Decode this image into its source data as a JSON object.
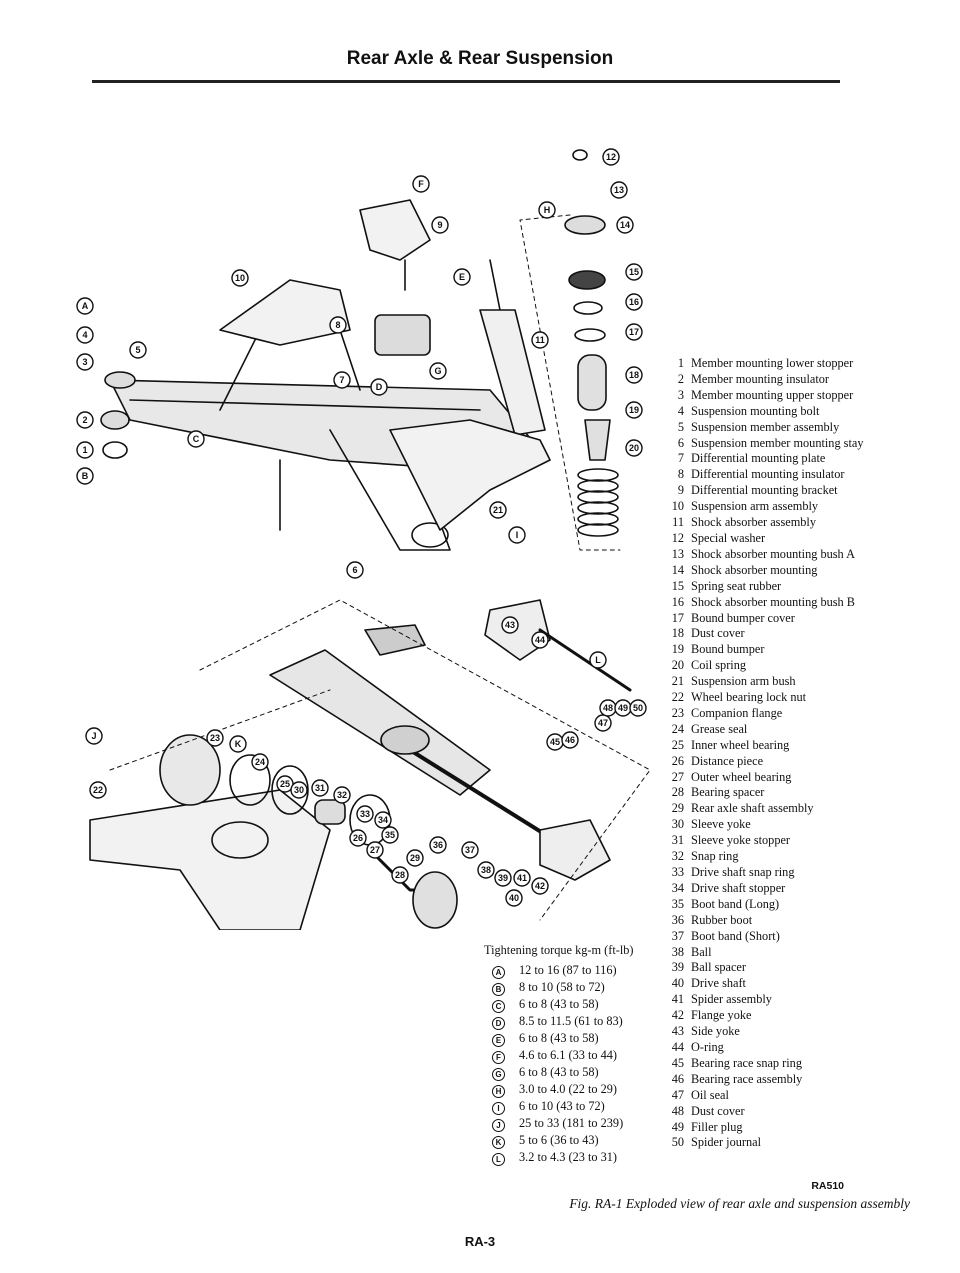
{
  "header": {
    "title": "Rear Axle & Rear Suspension"
  },
  "parts_list": [
    {
      "num": "1",
      "name": "Member mounting lower stopper"
    },
    {
      "num": "2",
      "name": "Member mounting insulator"
    },
    {
      "num": "3",
      "name": "Member mounting upper stopper"
    },
    {
      "num": "4",
      "name": "Suspension mounting bolt"
    },
    {
      "num": "5",
      "name": "Suspension member assembly"
    },
    {
      "num": "6",
      "name": "Suspension member mounting stay"
    },
    {
      "num": "7",
      "name": "Differential mounting plate"
    },
    {
      "num": "8",
      "name": "Differential mounting insulator"
    },
    {
      "num": "9",
      "name": "Differential mounting bracket"
    },
    {
      "num": "10",
      "name": "Suspension arm assembly"
    },
    {
      "num": "11",
      "name": "Shock absorber assembly"
    },
    {
      "num": "12",
      "name": "Special washer"
    },
    {
      "num": "13",
      "name": "Shock absorber mounting bush A"
    },
    {
      "num": "14",
      "name": "Shock absorber mounting"
    },
    {
      "num": "15",
      "name": "Spring seat rubber"
    },
    {
      "num": "16",
      "name": "Shock absorber mounting bush B"
    },
    {
      "num": "17",
      "name": "Bound bumper cover"
    },
    {
      "num": "18",
      "name": "Dust cover"
    },
    {
      "num": "19",
      "name": "Bound bumper"
    },
    {
      "num": "20",
      "name": "Coil spring"
    },
    {
      "num": "21",
      "name": "Suspension arm bush"
    },
    {
      "num": "22",
      "name": "Wheel bearing lock nut"
    },
    {
      "num": "23",
      "name": "Companion flange"
    },
    {
      "num": "24",
      "name": "Grease seal"
    },
    {
      "num": "25",
      "name": "Inner wheel bearing"
    },
    {
      "num": "26",
      "name": "Distance piece"
    },
    {
      "num": "27",
      "name": "Outer wheel bearing"
    },
    {
      "num": "28",
      "name": "Bearing spacer"
    },
    {
      "num": "29",
      "name": "Rear axle shaft assembly"
    },
    {
      "num": "30",
      "name": "Sleeve yoke"
    },
    {
      "num": "31",
      "name": "Sleeve yoke stopper"
    },
    {
      "num": "32",
      "name": "Snap ring"
    },
    {
      "num": "33",
      "name": "Drive shaft snap ring"
    },
    {
      "num": "34",
      "name": "Drive shaft stopper"
    },
    {
      "num": "35",
      "name": "Boot band (Long)"
    },
    {
      "num": "36",
      "name": "Rubber boot"
    },
    {
      "num": "37",
      "name": "Boot band (Short)"
    },
    {
      "num": "38",
      "name": "Ball"
    },
    {
      "num": "39",
      "name": "Ball spacer"
    },
    {
      "num": "40",
      "name": "Drive shaft"
    },
    {
      "num": "41",
      "name": "Spider assembly"
    },
    {
      "num": "42",
      "name": "Flange yoke"
    },
    {
      "num": "43",
      "name": "Side yoke"
    },
    {
      "num": "44",
      "name": "O-ring"
    },
    {
      "num": "45",
      "name": "Bearing race snap ring"
    },
    {
      "num": "46",
      "name": "Bearing race assembly"
    },
    {
      "num": "47",
      "name": "Oil seal"
    },
    {
      "num": "48",
      "name": "Dust cover"
    },
    {
      "num": "49",
      "name": "Filler plug"
    },
    {
      "num": "50",
      "name": "Spider journal"
    }
  ],
  "torque": {
    "title": "Tightening torque kg-m (ft-lb)",
    "items": [
      {
        "letter": "A",
        "value": "12 to 16 (87 to 116)"
      },
      {
        "letter": "B",
        "value": "8 to 10 (58 to 72)"
      },
      {
        "letter": "C",
        "value": "6 to 8 (43 to 58)"
      },
      {
        "letter": "D",
        "value": "8.5 to 11.5 (61 to 83)"
      },
      {
        "letter": "E",
        "value": "6 to 8 (43 to 58)"
      },
      {
        "letter": "F",
        "value": "4.6 to 6.1 (33 to 44)"
      },
      {
        "letter": "G",
        "value": "6 to 8 (43 to 58)"
      },
      {
        "letter": "H",
        "value": "3.0 to 4.0 (22 to 29)"
      },
      {
        "letter": "I",
        "value": "6 to 10 (43 to 72)"
      },
      {
        "letter": "J",
        "value": "25 to 33 (181 to 239)"
      },
      {
        "letter": "K",
        "value": "5 to 6 (36 to 43)"
      },
      {
        "letter": "L",
        "value": "3.2 to 4.3 (23 to 31)"
      }
    ]
  },
  "figure": {
    "ref": "RA510",
    "caption": "Fig. RA-1 Exploded view of rear axle and suspension assembly"
  },
  "page_number": "RA-3",
  "callouts": [
    "1",
    "2",
    "3",
    "4",
    "5",
    "6",
    "7",
    "8",
    "9",
    "10",
    "11",
    "12",
    "13",
    "14",
    "15",
    "16",
    "17",
    "18",
    "19",
    "20",
    "21",
    "22",
    "23",
    "24",
    "25",
    "26",
    "27",
    "28",
    "29",
    "30",
    "31",
    "32",
    "33",
    "34",
    "35",
    "36",
    "37",
    "38",
    "39",
    "40",
    "41",
    "42",
    "43",
    "44",
    "45",
    "46",
    "47",
    "48",
    "49",
    "50",
    "A",
    "B",
    "C",
    "D",
    "E",
    "F",
    "G",
    "H",
    "I",
    "J",
    "K",
    "L"
  ]
}
